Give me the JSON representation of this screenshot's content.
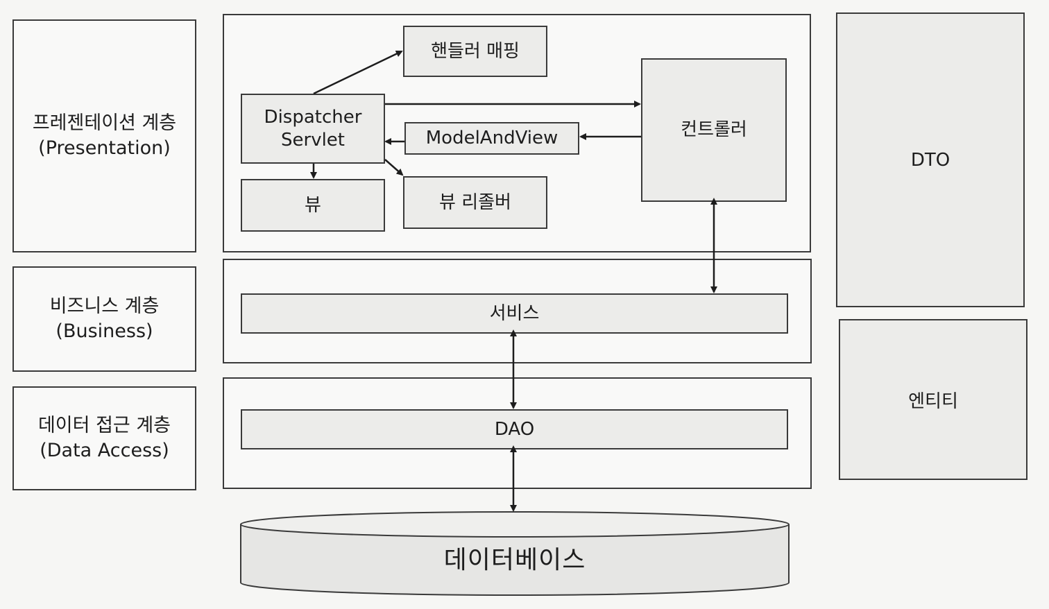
{
  "layers": {
    "presentation": {
      "name": "프레젠테이션 계층",
      "english": "(Presentation)"
    },
    "business": {
      "name": "비즈니스 계층",
      "english": "(Business)"
    },
    "data_access": {
      "name": "데이터 접근 계층",
      "english": "(Data Access)"
    }
  },
  "components": {
    "handler_mapping": "핸들러 매핑",
    "dispatcher_line1": "Dispatcher",
    "dispatcher_line2": "Servlet",
    "model_and_view": "ModelAndView",
    "controller": "컨트롤러",
    "view": "뷰",
    "view_resolver": "뷰 리졸버",
    "service": "서비스",
    "dao": "DAO",
    "database": "데이터베이스"
  },
  "side": {
    "dto": "DTO",
    "entity": "엔티티"
  },
  "colors": {
    "stroke": "#3a3a3a",
    "fill": "#ececea",
    "background": "#f6f6f4"
  }
}
